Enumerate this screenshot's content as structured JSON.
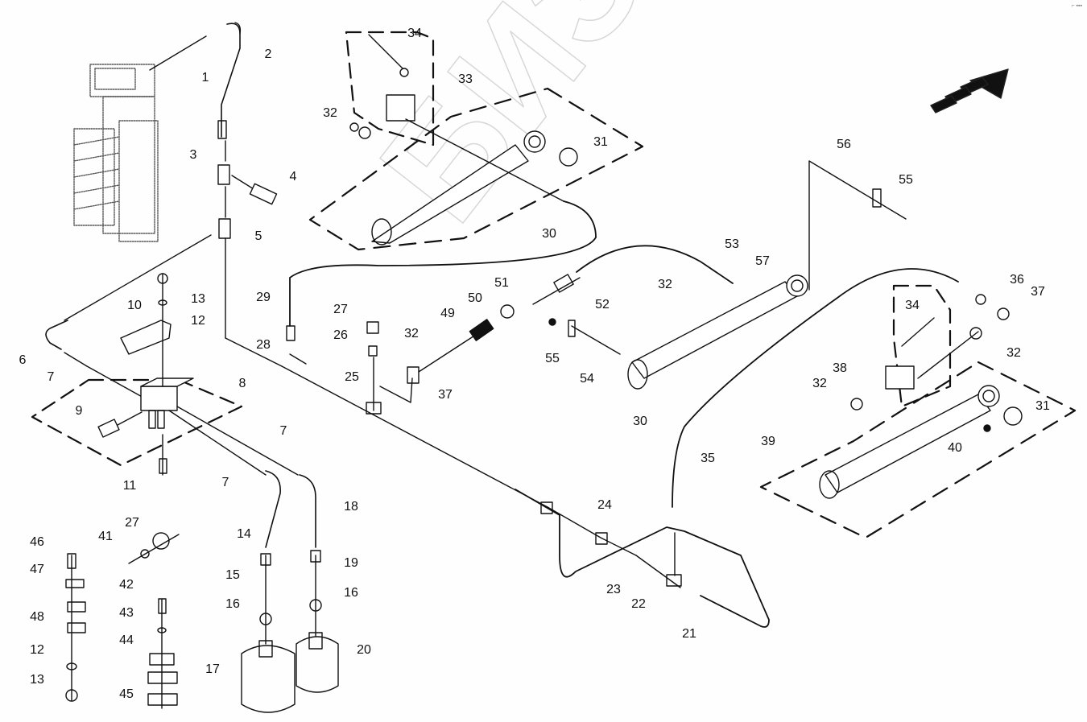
{
  "diagram": {
    "type": "exploded-parts-diagram",
    "subject": "hydraulic lines, valves and cylinders assembly",
    "watermark": "БИЗОН",
    "corner_mark": "⌐ ▪▪▪",
    "direction_arrow": "front-direction-arrow",
    "callouts": [
      {
        "id": "c1",
        "text": "1"
      },
      {
        "id": "c2",
        "text": "2"
      },
      {
        "id": "c3",
        "text": "3"
      },
      {
        "id": "c4",
        "text": "4"
      },
      {
        "id": "c5",
        "text": "5"
      },
      {
        "id": "c6",
        "text": "6"
      },
      {
        "id": "c7a",
        "text": "7"
      },
      {
        "id": "c7b",
        "text": "7"
      },
      {
        "id": "c7c",
        "text": "7"
      },
      {
        "id": "c8",
        "text": "8"
      },
      {
        "id": "c9",
        "text": "9"
      },
      {
        "id": "c10",
        "text": "10"
      },
      {
        "id": "c11",
        "text": "11"
      },
      {
        "id": "c12a",
        "text": "12"
      },
      {
        "id": "c12b",
        "text": "12"
      },
      {
        "id": "c13a",
        "text": "13"
      },
      {
        "id": "c13b",
        "text": "13"
      },
      {
        "id": "c14",
        "text": "14"
      },
      {
        "id": "c15",
        "text": "15"
      },
      {
        "id": "c16a",
        "text": "16"
      },
      {
        "id": "c16b",
        "text": "16"
      },
      {
        "id": "c17",
        "text": "17"
      },
      {
        "id": "c18",
        "text": "18"
      },
      {
        "id": "c19",
        "text": "19"
      },
      {
        "id": "c20",
        "text": "20"
      },
      {
        "id": "c21",
        "text": "21"
      },
      {
        "id": "c22",
        "text": "22"
      },
      {
        "id": "c23",
        "text": "23"
      },
      {
        "id": "c24",
        "text": "24"
      },
      {
        "id": "c25",
        "text": "25"
      },
      {
        "id": "c26",
        "text": "26"
      },
      {
        "id": "c27a",
        "text": "27"
      },
      {
        "id": "c27b",
        "text": "27"
      },
      {
        "id": "c28",
        "text": "28"
      },
      {
        "id": "c29",
        "text": "29"
      },
      {
        "id": "c30a",
        "text": "30"
      },
      {
        "id": "c30b",
        "text": "30"
      },
      {
        "id": "c31a",
        "text": "31"
      },
      {
        "id": "c31b",
        "text": "31"
      },
      {
        "id": "c32a",
        "text": "32"
      },
      {
        "id": "c32b",
        "text": "32"
      },
      {
        "id": "c32c",
        "text": "32"
      },
      {
        "id": "c32d",
        "text": "32"
      },
      {
        "id": "c32e",
        "text": "32"
      },
      {
        "id": "c33",
        "text": "33"
      },
      {
        "id": "c34a",
        "text": "34"
      },
      {
        "id": "c34b",
        "text": "34"
      },
      {
        "id": "c35",
        "text": "35"
      },
      {
        "id": "c36",
        "text": "36"
      },
      {
        "id": "c37a",
        "text": "37"
      },
      {
        "id": "c37b",
        "text": "37"
      },
      {
        "id": "c38",
        "text": "38"
      },
      {
        "id": "c39",
        "text": "39"
      },
      {
        "id": "c40",
        "text": "40"
      },
      {
        "id": "c41",
        "text": "41"
      },
      {
        "id": "c42",
        "text": "42"
      },
      {
        "id": "c43",
        "text": "43"
      },
      {
        "id": "c44",
        "text": "44"
      },
      {
        "id": "c45",
        "text": "45"
      },
      {
        "id": "c46",
        "text": "46"
      },
      {
        "id": "c47",
        "text": "47"
      },
      {
        "id": "c48",
        "text": "48"
      },
      {
        "id": "c49",
        "text": "49"
      },
      {
        "id": "c50",
        "text": "50"
      },
      {
        "id": "c51",
        "text": "51"
      },
      {
        "id": "c52",
        "text": "52"
      },
      {
        "id": "c53",
        "text": "53"
      },
      {
        "id": "c54",
        "text": "54"
      },
      {
        "id": "c55a",
        "text": "55"
      },
      {
        "id": "c55b",
        "text": "55"
      },
      {
        "id": "c56",
        "text": "56"
      },
      {
        "id": "c57",
        "text": "57"
      }
    ]
  }
}
